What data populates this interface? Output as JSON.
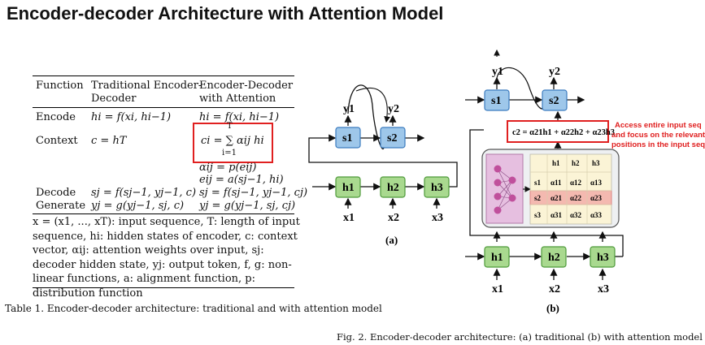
{
  "title": "Encoder-decoder Architecture with Attention Model",
  "table": {
    "headers": [
      "Function",
      "Traditional Encoder-",
      "Decoder",
      "Encoder-Decoder",
      "with Attention"
    ],
    "rows": [
      {
        "name": "Encode",
        "traditional": "hi = f(xi, hi−1)",
        "attention": "hi = f(xi, hi−1)"
      },
      {
        "name": "Context",
        "traditional": "c = hT",
        "attention": "ci = ∑ αij hi"
      },
      {
        "name": "",
        "traditional": "",
        "attention": "αij = p(eij)"
      },
      {
        "name": "",
        "traditional": "",
        "attention": "eij = a(sj−1, hi)"
      },
      {
        "name": "Decode",
        "traditional": "sj = f(sj−1, yj−1, c)",
        "attention": "sj = f(sj−1, yj−1, cj)"
      },
      {
        "name": "Generate",
        "traditional": "yj = g(yj−1, sj, c)",
        "attention": "yj = g(yj−1, sj, cj)"
      }
    ],
    "sum_top": "T",
    "sum_bottom": "i=1",
    "notes": "x = (x1, ..., xT): input sequence, T: length of input sequence, hi: hidden states of encoder, c: context vector, αij: attention weights over input, sj: decoder hidden state, yj: output token, f, g: non-linear functions, a: alignment function, p: distribution function",
    "caption": "Table 1.  Encoder-decoder architecture: traditional and with attention model"
  },
  "figure": {
    "a_label": "(a)",
    "b_label": "(b)",
    "caption": "Fig. 2.  Encoder-decoder architecture: (a) traditional (b) with attention model",
    "annotation_lines": [
      "Access entire input seq",
      "and focus on the relevant",
      "positions in the input seq"
    ],
    "context_formula": "c2 = α21h1 + α22h2 + α23h3",
    "a": {
      "outputs": [
        "y1",
        "y2"
      ],
      "decoder": [
        "s1",
        "s2"
      ],
      "encoder": [
        "h1",
        "h2",
        "h3"
      ],
      "inputs": [
        "x1",
        "x2",
        "x3"
      ]
    },
    "b": {
      "outputs": [
        "y1",
        "y2"
      ],
      "decoder": [
        "s1",
        "s2"
      ],
      "encoder": [
        "h1",
        "h2",
        "h3"
      ],
      "inputs": [
        "x1",
        "x2",
        "x3"
      ]
    },
    "attention_matrix": {
      "col_headers": [
        "h1",
        "h2",
        "h3"
      ],
      "rows": [
        {
          "label": "s1",
          "cells": [
            "α11",
            "α12",
            "α13"
          ]
        },
        {
          "label": "s2",
          "cells": [
            "α21",
            "α22",
            "α23"
          ]
        },
        {
          "label": "s3",
          "cells": [
            "α31",
            "α32",
            "α33"
          ]
        }
      ]
    },
    "colors": {
      "encoder_fill": "#a9d98f",
      "encoder_stroke": "#4e9a3a",
      "decoder_fill": "#9ec7ea",
      "decoder_stroke": "#3b7bbf",
      "highlight": "#e02020",
      "network_fill": "#e6bfe0",
      "node_fill": "#c0509c",
      "matrix_fill": "#fbf4d6",
      "matrix_highlight": "#f4b9b0"
    }
  }
}
